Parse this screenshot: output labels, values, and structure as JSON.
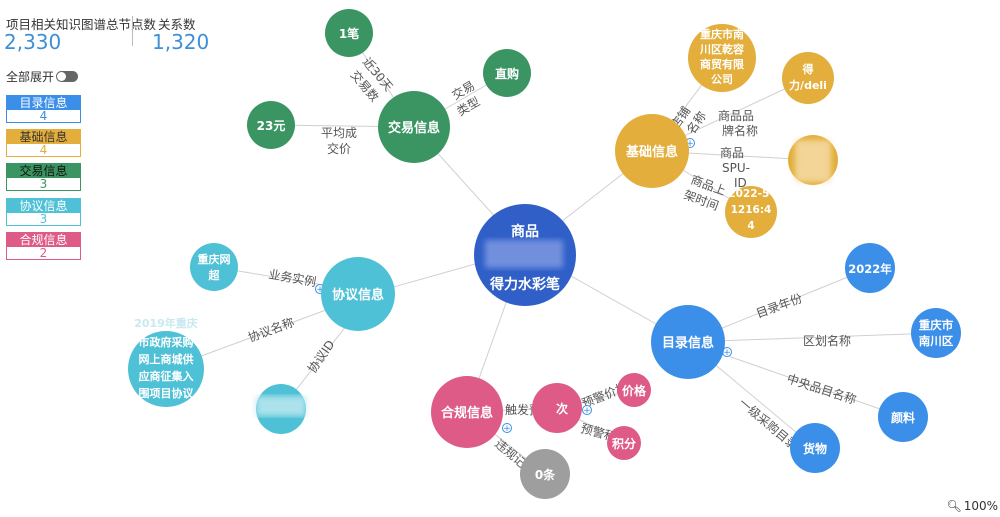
{
  "summary": {
    "nodes_label": "项目相关知识图谱总节点数",
    "nodes_value": "2,330",
    "edges_label": "关系数",
    "edges_value": "1,320"
  },
  "toggle": {
    "label": "全部展开"
  },
  "legend": [
    {
      "name": "目录信息",
      "count": "4",
      "color": "#3b8fe8"
    },
    {
      "name": "基础信息",
      "count": "4",
      "color": "#e3ae3b"
    },
    {
      "name": "交易信息",
      "count": "3",
      "color": "#3a9563"
    },
    {
      "name": "协议信息",
      "count": "3",
      "color": "#4fc1d6"
    },
    {
      "name": "合规信息",
      "count": "2",
      "color": "#de5a87"
    }
  ],
  "center": {
    "line1": "商品",
    "line2": "得力水彩笔"
  },
  "categories": {
    "trade": "交易信息",
    "basic": "基础信息",
    "agreement": "协议信息",
    "catalog": "目录信息",
    "compliance": "合规信息"
  },
  "trade": {
    "leaf_count": "1笔",
    "leaf_buy": "直购",
    "leaf_price": "23元",
    "edge_count": [
      "近30天",
      "交易数"
    ],
    "edge_type": [
      "交易",
      "类型"
    ],
    "edge_price": [
      "平均成",
      "交价"
    ]
  },
  "basic": {
    "leaf_shop": [
      "重庆市南",
      "川区乾容",
      "商贸有限",
      "公司"
    ],
    "leaf_brand": [
      "得",
      "力/deli"
    ],
    "leaf_time": [
      "2022-5-",
      "1216:4",
      "4"
    ],
    "edge_shop": [
      "店铺",
      "名称"
    ],
    "edge_brand": [
      "商品品",
      "牌名称"
    ],
    "edge_spu": [
      "商品",
      "SPU-",
      "ID"
    ],
    "edge_time": [
      "商品上",
      "架时间"
    ]
  },
  "agreement": {
    "leaf_example": [
      "重庆网",
      "超"
    ],
    "leaf_name": [
      "2019年重庆",
      "市政府采购",
      "网上商城供",
      "应商征集入",
      "围项目协议"
    ],
    "edge_example": "业务实例",
    "edge_name": "协议名称",
    "edge_id": "协议ID"
  },
  "catalog": {
    "leaf_year": "2022年",
    "leaf_region": [
      "重庆市",
      "南川区"
    ],
    "leaf_item": "颜料",
    "leaf_goods": "货物",
    "edge_year": "目录年份",
    "edge_region": "区划名称",
    "edge_item": "中央品目名称",
    "edge_level1": "一级采购目录"
  },
  "compliance": {
    "mid_trigger": "次",
    "leaf_violation": "0条",
    "leaf_price": [
      "价格"
    ],
    "leaf_score": [
      "积分"
    ],
    "edge_trigger": "触发预警次",
    "edge_violation": "违规记录",
    "edge_price": "预警价格",
    "edge_score": "预警积分"
  },
  "zoom": {
    "value": "100%"
  }
}
